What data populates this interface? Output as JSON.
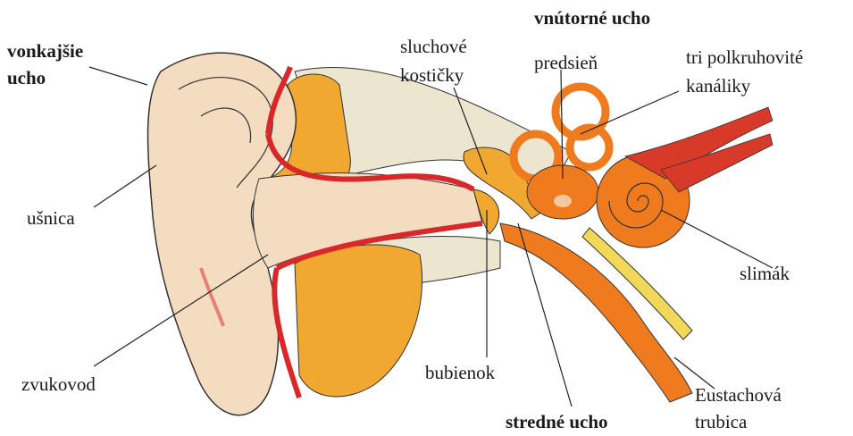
{
  "labels": {
    "outer_ear_1": "vonkajšie",
    "outer_ear_2": "ucho",
    "auricle": "ušnica",
    "ear_canal": "zvukovod",
    "ossicles_1": "sluchové",
    "ossicles_2": "kostičky",
    "inner_ear": "vnútorné ucho",
    "vestibule": "predsieň",
    "canals_1": "tri polkruhovité",
    "canals_2": "kanáliky",
    "cochlea": "slimák",
    "eardrum": "bubienok",
    "middle_ear": "stredné ucho",
    "eustachian_1": "Eustachová",
    "eustachian_2": "trubica"
  },
  "colors": {
    "skin": "#f4dcc0",
    "cartilage_red": "#d8282a",
    "bone_orange": "#f0a830",
    "bone_light": "#ece6d0",
    "inner_ear_orange": "#f07a1e",
    "nerve_red": "#d83a2a",
    "tube_yellow": "#f2d858"
  }
}
